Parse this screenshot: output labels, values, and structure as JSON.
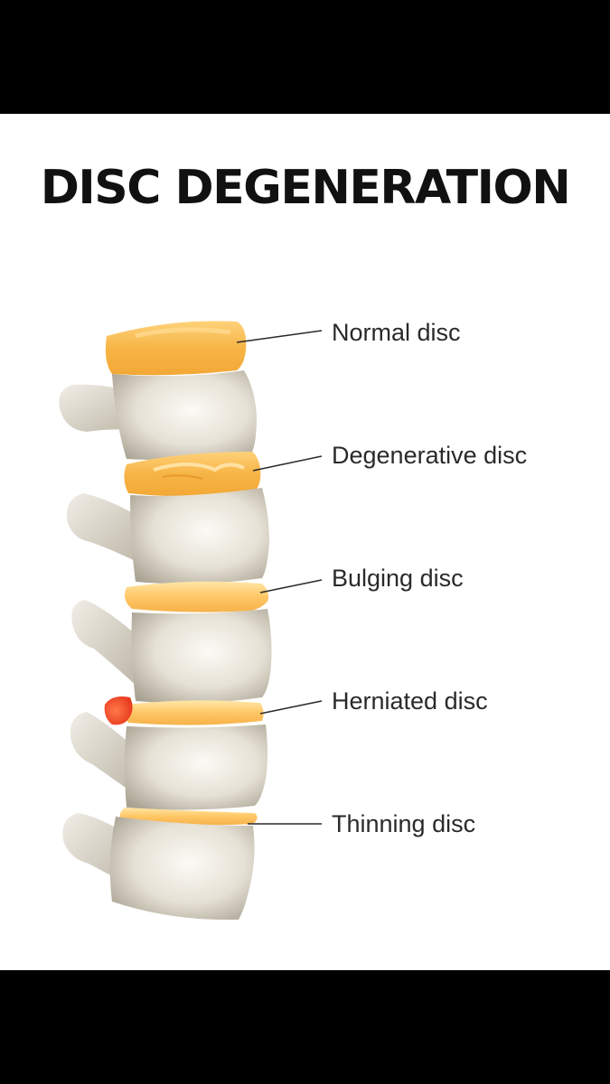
{
  "title": "DISC DEGENERATION",
  "labels": [
    {
      "id": "normal",
      "text": "Normal disc"
    },
    {
      "id": "degenerative",
      "text": "Degenerative disc"
    },
    {
      "id": "bulging",
      "text": "Bulging disc"
    },
    {
      "id": "herniated",
      "text": "Herniated disc"
    },
    {
      "id": "thinning",
      "text": "Thinning disc"
    }
  ],
  "colors": {
    "background": "#ffffff",
    "letterbox": "#000000",
    "disc_orange": "#f5b244",
    "disc_light": "#ffd98a",
    "herniation_red": "#f04a2a",
    "bone": "#e9e5da",
    "bone_shadow": "#b8b2a4",
    "title_text": "#111111",
    "label_text": "#2a2a2a"
  }
}
